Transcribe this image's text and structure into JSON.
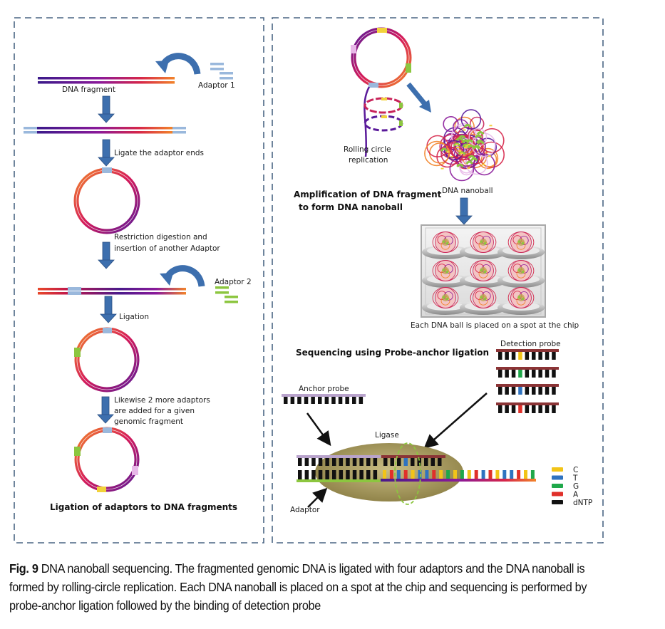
{
  "figure": {
    "left_panel": {
      "title": "Ligation of adaptors to DNA fragments",
      "labels": {
        "dna_fragment": "DNA fragment",
        "adaptor1": "Adaptor 1",
        "adaptor2": "Adaptor 2",
        "step1": "Ligate the adaptor ends",
        "step2_line1": "Restriction digestion and",
        "step2_line2": "insertion of another Adaptor",
        "step3": "Ligation",
        "step4_line1": "Likewise 2 more adaptors",
        "step4_line2": "are added for a given",
        "step4_line3": "genomic fragment"
      }
    },
    "right_panel": {
      "amplification_title_line1": "Amplification of DNA fragment",
      "amplification_title_line2": "to form DNA  nanoball",
      "sequencing_title": "Sequencing using Probe-anchor ligation",
      "labels": {
        "rolling_line1": "Rolling circle",
        "rolling_line2": "replication",
        "nanoball": "DNA nanoball",
        "chip": "Each DNA ball is placed on a spot at the chip",
        "detection_probe": "Detection probe",
        "anchor_probe": "Anchor probe",
        "ligase": "Ligase",
        "adaptor": "Adaptor"
      },
      "detection_probe_bases": [
        "C",
        "G",
        "T",
        "A"
      ],
      "template_bases": [
        "C",
        "A",
        "T",
        "A",
        "C",
        "T",
        "T",
        "A",
        "C",
        "G",
        "C",
        "G",
        "C",
        "A",
        "T",
        "A",
        "C",
        "T",
        "T",
        "A",
        "C",
        "G"
      ],
      "legend": [
        {
          "label": "C",
          "color": "#f2c418"
        },
        {
          "label": "T",
          "color": "#2f73c0"
        },
        {
          "label": "G",
          "color": "#1fa84a"
        },
        {
          "label": "A",
          "color": "#e0302a"
        },
        {
          "label": "dNTP",
          "color": "#111111"
        }
      ]
    },
    "colors": {
      "arrow_blue": "#3d6fae",
      "border": "#4a6584",
      "adaptor1": "#9ab8dc",
      "adaptor2": "#8cc63f",
      "adaptor3": "#f2d23a",
      "adaptor4": "#e8b8e8",
      "ligase": "#b5a86a",
      "anchor": "#b9a3cc",
      "detection": "#8b3436"
    },
    "caption": {
      "label": "Fig. 9",
      "text": " DNA nanoball sequencing. The fragmented genomic DNA is ligated with four adaptors and the DNA nanoball is formed by rolling-circle replication. Each DNA nanoball is placed on a spot at the chip and sequencing is performed by probe-anchor ligation followed by the binding of detection probe"
    }
  }
}
